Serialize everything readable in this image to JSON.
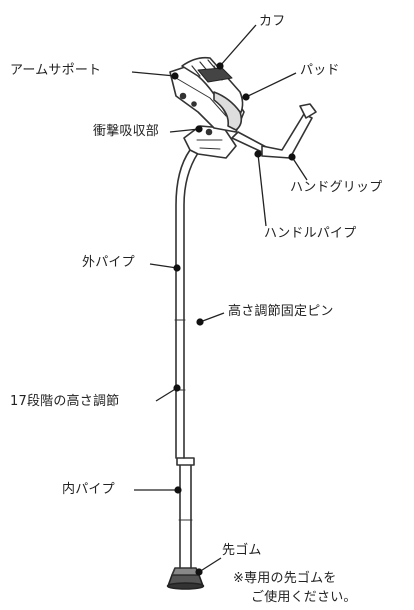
{
  "labels": {
    "cuff": "カフ",
    "arm_support": "アームサポート",
    "pad": "パッド",
    "shock_absorber": "衝撃吸収部",
    "hand_grip": "ハンドグリップ",
    "handle_pipe": "ハンドルパイプ",
    "outer_pipe": "外パイプ",
    "height_pin": "高さ調節固定ピン",
    "height_17": "17段階の高さ調節",
    "inner_pipe": "内パイプ",
    "tip": "先ゴム",
    "note_line1": "※専用の先ゴムを",
    "note_line2": "ご使用ください。"
  },
  "colors": {
    "text": "#222222",
    "line": "#222222",
    "outline": "#333333",
    "dot": "#111111"
  }
}
